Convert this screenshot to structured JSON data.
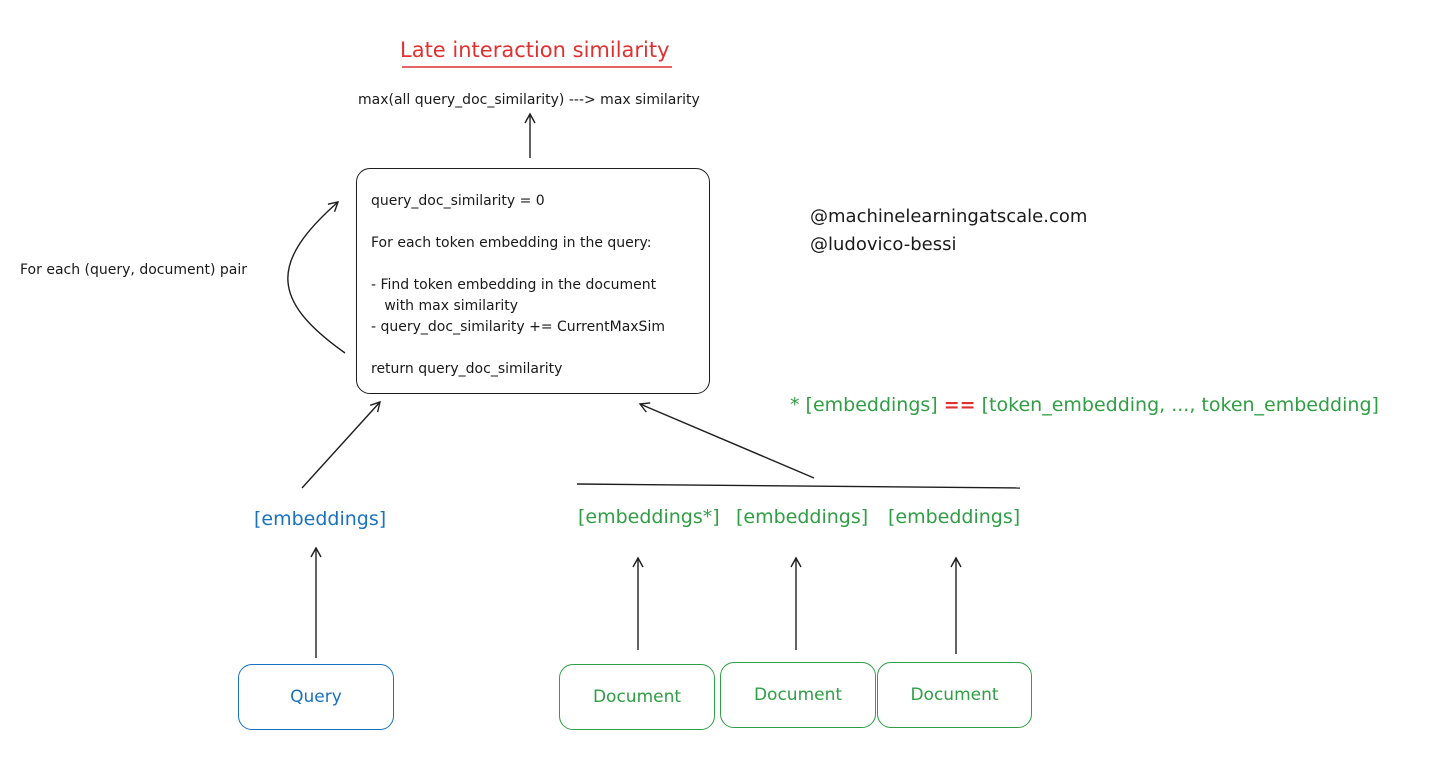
{
  "title": "Late interaction similarity",
  "formula": "max(all query_doc_similarity) ---> max similarity",
  "algorithm": {
    "lines": [
      "query_doc_similarity = 0",
      "For each token embedding in the query:",
      "- Find token embedding in the document",
      "   with max similarity",
      "- query_doc_similarity += CurrentMaxSim",
      "return query_doc_similarity"
    ]
  },
  "loop_label": "For each (query, document) pair",
  "handles": [
    "@machinelearningatscale.com",
    "@ludovico-bessi"
  ],
  "note": {
    "prefix": "* [embeddings] ",
    "operator": "==",
    "suffix": " [token_embedding, ..., token_embedding]"
  },
  "query": {
    "embedding_label": "[embeddings]",
    "box_label": "Query"
  },
  "documents": [
    {
      "embedding_label": "[embeddings*]",
      "box_label": "Document"
    },
    {
      "embedding_label": "[embeddings]",
      "box_label": "Document"
    },
    {
      "embedding_label": "[embeddings]",
      "box_label": "Document"
    }
  ],
  "colors": {
    "title": "#e03131",
    "query": "#1971c2",
    "document": "#2f9e44",
    "stroke": "#1e1e1e"
  }
}
